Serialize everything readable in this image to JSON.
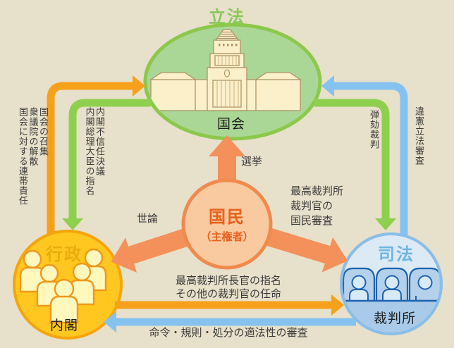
{
  "diagram": {
    "legislative": {
      "title": "立法",
      "organ": "国会"
    },
    "executive": {
      "title": "行政",
      "organ": "内閣"
    },
    "judicial": {
      "title": "司法",
      "organ": "裁判所"
    },
    "people": {
      "title": "国民",
      "subtitle": "（主権者）"
    }
  },
  "relations": {
    "cabinet_to_diet": [
      "国会の召集",
      "衆議院の解散",
      "国会に対する連帯責任"
    ],
    "diet_to_cabinet": [
      "内閣不信任決議",
      "内閣総理大臣の指名"
    ],
    "diet_to_court": "弾劾裁判",
    "court_to_diet": "違憲立法審査",
    "people_to_diet": "選挙",
    "people_to_cabinet": "世論",
    "people_to_court": [
      "最高裁判所",
      "裁判官の",
      "国民審査"
    ],
    "cabinet_to_court": [
      "最高裁判所長官の指名",
      "その他の裁判官の任命"
    ],
    "court_to_cabinet": "命令・規則・処分の適法性の審査"
  },
  "colors": {
    "background": "#e7e0ca",
    "legislative_green_fill": "#aad795",
    "legislative_green_border": "#8cc84b",
    "legislative_title": "#8bc75a",
    "executive_yellow_fill": "#ffc71f",
    "executive_yellow_border": "#f5a50a",
    "executive_title": "#e9ac0e",
    "judicial_blue_fill": "#dceaf6",
    "judicial_blue_border": "#8abee8",
    "judicial_title": "#6fb4e2",
    "people_orange_fill": "#f9c9a0",
    "people_orange_border": "#f18a4d",
    "people_title": "#e8611c",
    "arrow_gold": "#f7a11a",
    "arrow_green": "#8ed04e",
    "arrow_blue": "#85c2ef",
    "arrow_salmon": "#f4905a",
    "building_cream": "#fbf0ca",
    "building_line": "#ae9468"
  }
}
